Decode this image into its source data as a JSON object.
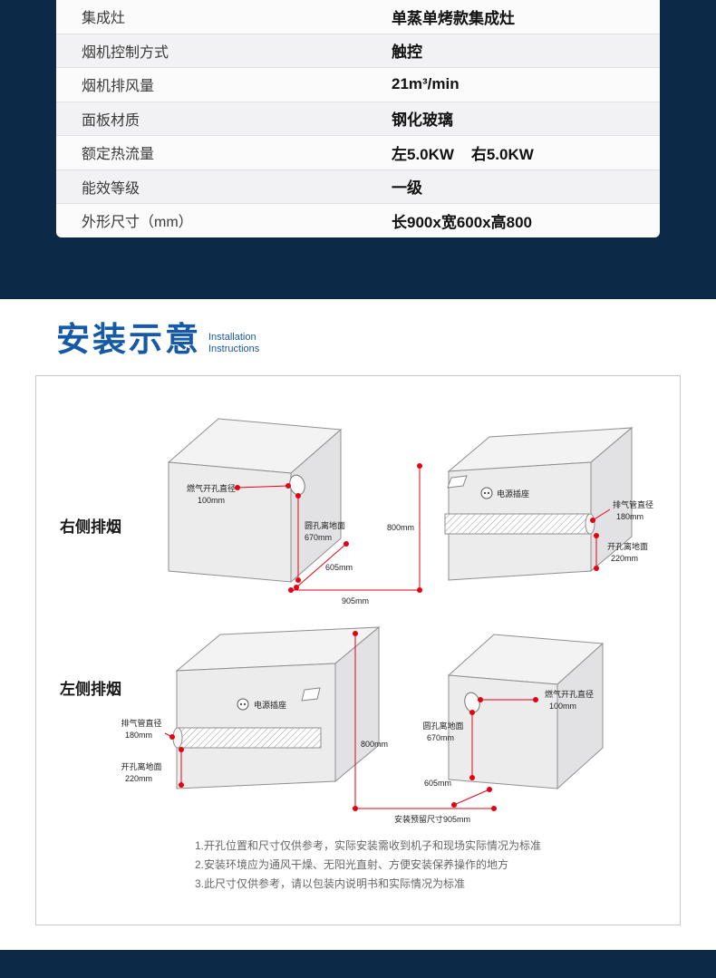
{
  "colors": {
    "background_dark": "#0c2a47",
    "title_blue": "#1659a5",
    "dimension_red": "#e60012"
  },
  "spec_table": {
    "rows": [
      {
        "label": "集成灶",
        "value": "单蒸单烤款集成灶"
      },
      {
        "label": "烟机控制方式",
        "value": "触控"
      },
      {
        "label": "烟机排风量",
        "value": "21m³/min"
      },
      {
        "label": "面板材质",
        "value": "钢化玻璃"
      },
      {
        "label": "额定热流量",
        "value": "左5.0KW    右5.0KW"
      },
      {
        "label": "能效等级",
        "value": "一级"
      },
      {
        "label": "外形尺寸（mm）",
        "value": "长900x宽600x高800"
      }
    ]
  },
  "section_header": {
    "title": "安装示意",
    "subtitle_line1": "Installation",
    "subtitle_line2": "Instructions"
  },
  "diagram": {
    "row1_label": "右侧排烟",
    "row2_label": "左侧排烟",
    "gas_hole_label": "燃气开孔直径",
    "gas_hole_value": "100mm",
    "round_hole_label": "圆孔离地面",
    "round_hole_value": "670mm",
    "depth_dim": "605mm",
    "width_dim": "905mm",
    "height_dim": "800mm",
    "power_socket_label": "电源插座",
    "pipe_dia_label": "排气管直径",
    "pipe_dia_value": "180mm",
    "pipe_hole_label": "开孔离地面",
    "pipe_hole_value": "220mm",
    "reserve_dim": "安装预留尺寸905mm",
    "notes": [
      "1.开孔位置和尺寸仅供参考，实际安装需收到机子和现场实际情况为标准",
      "2.安装环境应为通风干燥、无阳光直射、方便安装保养操作的地方",
      "3.此尺寸仅供参考，请以包装内说明书和实际情况为标准"
    ]
  }
}
